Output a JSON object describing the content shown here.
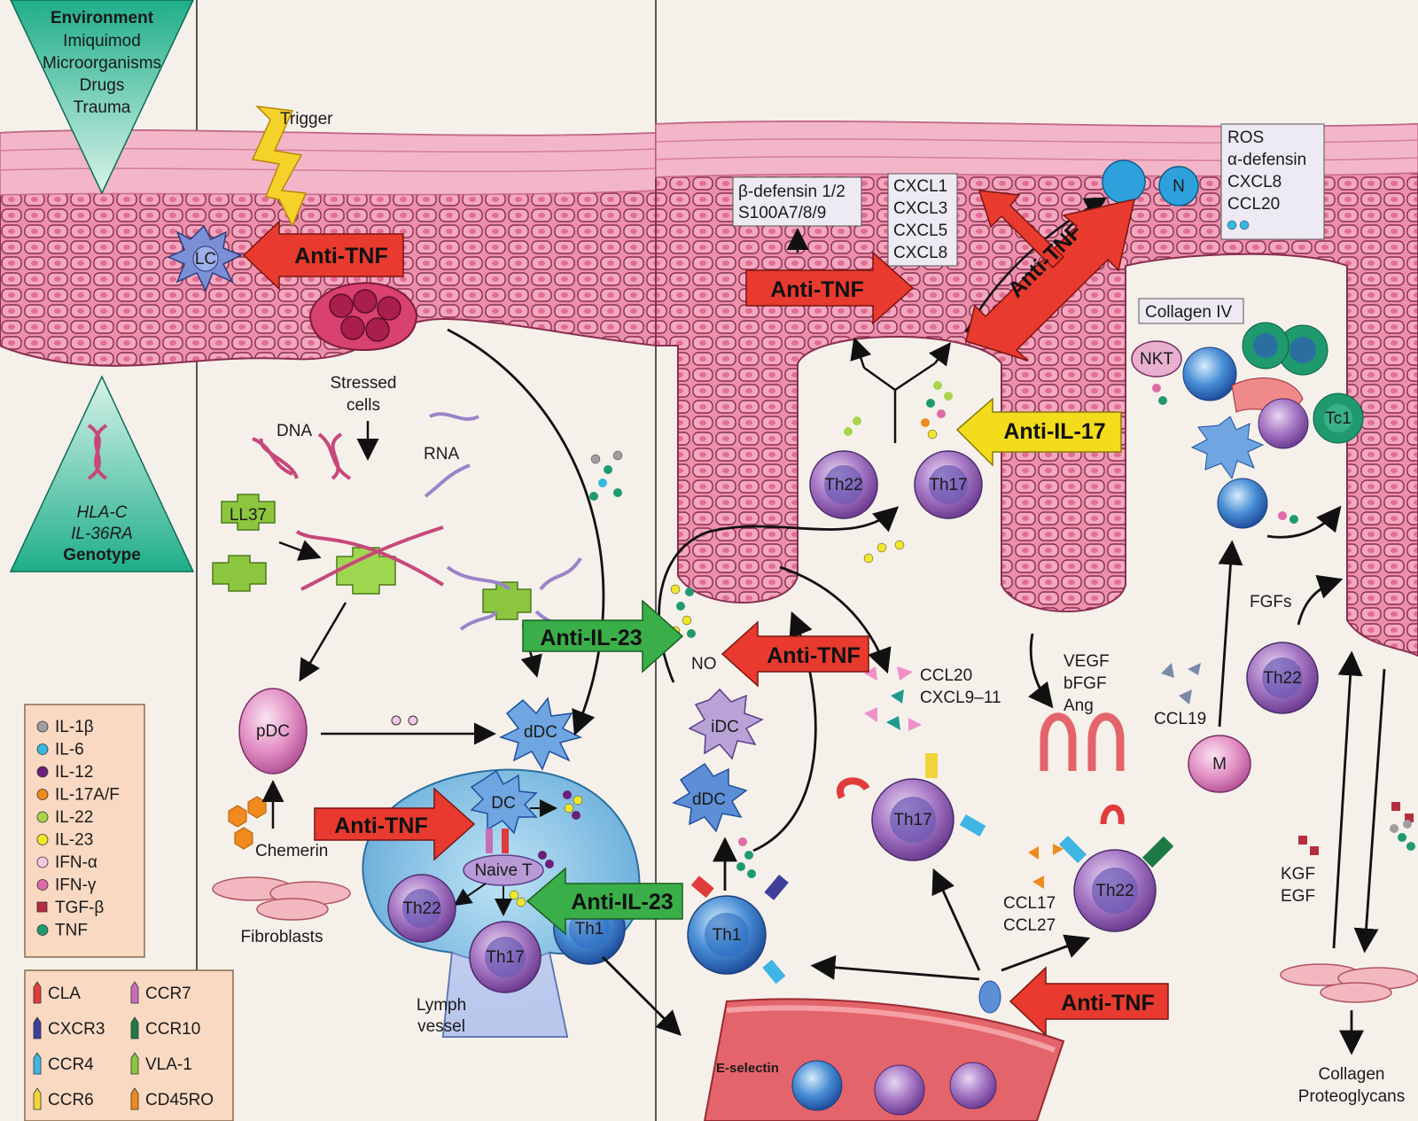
{
  "environment": {
    "title": "Environment",
    "items": [
      "Imiquimod",
      "Microorganisms",
      "Drugs",
      "Trauma"
    ]
  },
  "genotype": {
    "genes": [
      "HLA-C",
      "IL-36RA"
    ],
    "title": "Genotype"
  },
  "labels": {
    "trigger": "Trigger",
    "lc": "LC",
    "stressed1": "Stressed",
    "stressed2": "cells",
    "dna": "DNA",
    "rna": "RNA",
    "ll37": "LL37",
    "pdc": "pDC",
    "ddc": "dDC",
    "dc": "DC",
    "chemerin": "Chemerin",
    "fibroblasts": "Fibroblasts",
    "naive_t": "Naive T",
    "lymph1": "Lymph",
    "lymph2": "vessel",
    "no": "NO",
    "idc": "iDC",
    "e_selectin": "E-selectin",
    "ccl20_cxcl": [
      "CCL20",
      "CXCL9–11"
    ],
    "ccl17": [
      "CCL17",
      "CCL27"
    ],
    "vegf": [
      "VEGF",
      "bFGF",
      "Ang"
    ],
    "ccl19": "CCL19",
    "fgfs": "FGFs",
    "kgf": [
      "KGF",
      "EGF"
    ],
    "collagen_out": [
      "Collagen",
      "Proteoglycans"
    ],
    "collagen_iv": "Collagen IV",
    "nkt": "NKT",
    "tc1": "Tc1",
    "m": "M",
    "n": "N"
  },
  "boxes": {
    "defensin": [
      "β-defensin 1/2",
      "S100A7/8/9"
    ],
    "cxcl": [
      "CXCL1",
      "CXCL3",
      "CXCL5",
      "CXCL8"
    ],
    "ros": [
      "ROS",
      "α-defensin",
      "CXCL8",
      "CCL20"
    ]
  },
  "cells": {
    "th22_a": "Th22",
    "th17_a": "Th17",
    "th22_b": "Th22",
    "th17_b": "Th17",
    "th1_a": "Th1",
    "th22_c": "Th22",
    "th17_c": "Th17",
    "th1_b": "Th1",
    "th22_d": "Th22"
  },
  "drugs": {
    "anti_tnf": "Anti-TNF",
    "anti_il23": "Anti-IL-23",
    "anti_il17": "Anti-IL-17"
  },
  "colors": {
    "anti_tnf": "#e83a2e",
    "anti_il23": "#3aae48",
    "anti_il17": "#f2dc1c",
    "skin": "#e98aa6",
    "skin_dark": "#c75d7e",
    "triangle": "#1fae8a",
    "legend_bg": "#f9d9c2"
  },
  "cytokine_legend": [
    {
      "label": "IL-1β",
      "color": "#9e9e9e",
      "shape": "circle"
    },
    {
      "label": "IL-6",
      "color": "#35b8e0",
      "shape": "circle"
    },
    {
      "label": "IL-12",
      "color": "#6a1f7a",
      "shape": "circle"
    },
    {
      "label": "IL-17A/F",
      "color": "#f08a1e",
      "shape": "circle"
    },
    {
      "label": "IL-22",
      "color": "#a9d44c",
      "shape": "circle"
    },
    {
      "label": "IL-23",
      "color": "#f2e62a",
      "shape": "circle"
    },
    {
      "label": "IFN-α",
      "color": "#f4c6e0",
      "shape": "circle"
    },
    {
      "label": "IFN-γ",
      "color": "#e06aa8",
      "shape": "circle"
    },
    {
      "label": "TGF-β",
      "color": "#b52d3e",
      "shape": "square"
    },
    {
      "label": "TNF",
      "color": "#1f9a6f",
      "shape": "circle"
    }
  ],
  "receptor_legend": [
    {
      "label": "CLA",
      "color": "#e23b3b"
    },
    {
      "label": "CCR7",
      "color": "#c66fb6"
    },
    {
      "label": "CXCR3",
      "color": "#3d3f9a"
    },
    {
      "label": "CCR10",
      "color": "#1d7a44"
    },
    {
      "label": "CCR4",
      "color": "#3fb5e3"
    },
    {
      "label": "VLA-1",
      "color": "#8cc63f"
    },
    {
      "label": "CCR6",
      "color": "#f2d43a"
    },
    {
      "label": "CD45RO",
      "color": "#f08a1e"
    }
  ]
}
